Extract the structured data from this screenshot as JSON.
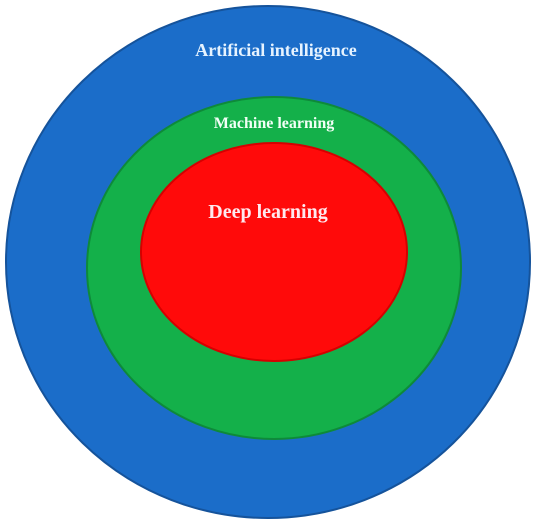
{
  "diagram": {
    "outer": {
      "label": "Artificial intelligence",
      "color": "#1b6dc9",
      "stroke": "#15539b",
      "text_color": "#e6f3ff"
    },
    "middle": {
      "label": "Machine learning",
      "color": "#14b04a",
      "stroke": "#0e8a39",
      "text_color": "#f2fff6"
    },
    "inner": {
      "label": "Deep learning",
      "color": "#ff0a0a",
      "stroke": "#d60000",
      "text_color": "#ffe9ef"
    },
    "background": "#ffffff"
  }
}
